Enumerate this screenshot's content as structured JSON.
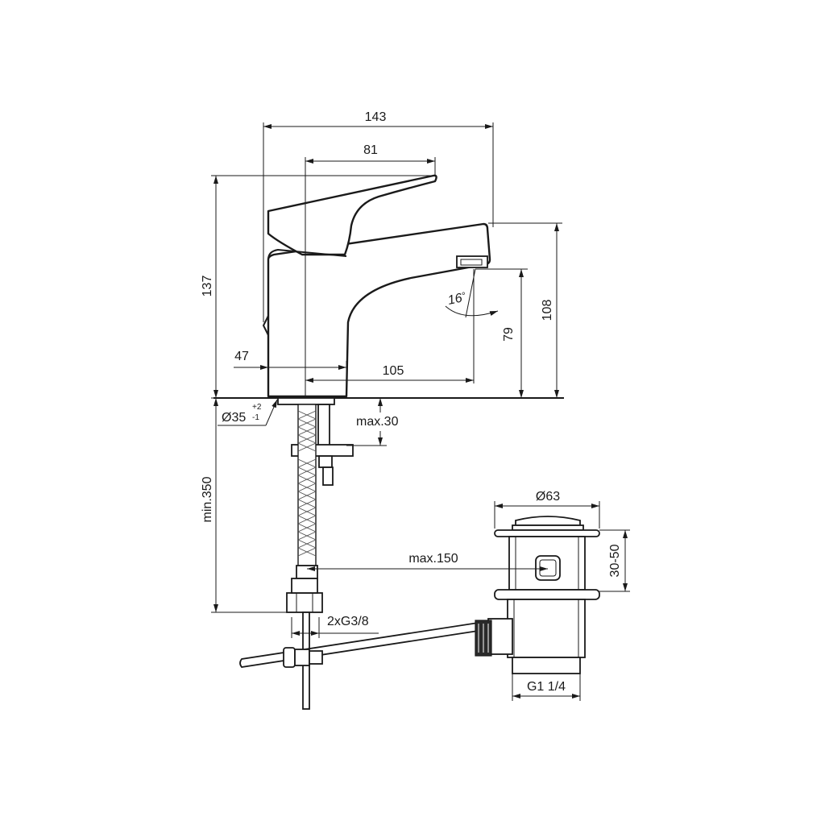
{
  "drawing": {
    "dimensions": {
      "overall_width": "143",
      "lever_length": "81",
      "overall_height": "137",
      "spout_height_top": "108",
      "spout_outlet_height": "79",
      "spout_reach": "105",
      "body_offset": "47",
      "hole_diameter_main": "Ø35",
      "hole_tol_upper": "+2",
      "hole_tol_lower": "-1",
      "deck_thickness": "max.30",
      "hose_length": "min.350",
      "waste_distance": "max.150",
      "connection_thread": "2xG3/8",
      "waste_flange_diameter": "Ø63",
      "waste_depth_range": "30-50",
      "waste_thread": "G1 1/4",
      "spout_angle": "16",
      "angle_unit": "°"
    }
  }
}
